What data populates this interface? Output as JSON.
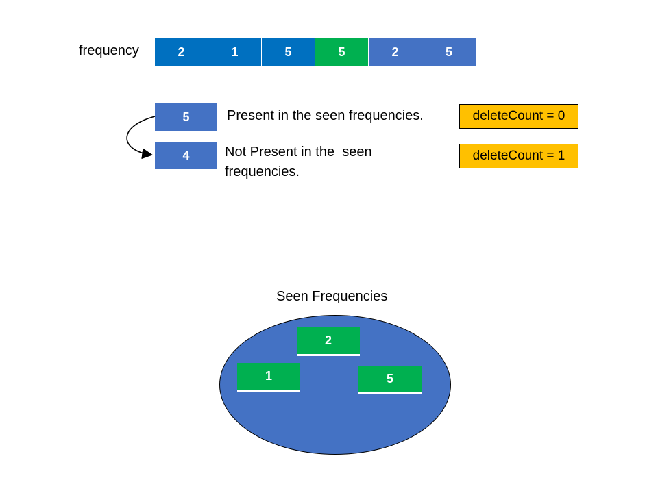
{
  "frequency_row": {
    "label": "frequency",
    "cells": [
      {
        "value": "2",
        "color": "#0070c0"
      },
      {
        "value": "1",
        "color": "#0070c0"
      },
      {
        "value": "5",
        "color": "#0070c0"
      },
      {
        "value": "5",
        "color": "#00b050"
      },
      {
        "value": "2",
        "color": "#4472c4"
      },
      {
        "value": "5",
        "color": "#4472c4"
      }
    ]
  },
  "steps": {
    "first": {
      "value": "5",
      "description": "Present in the seen frequencies.",
      "delete_count": "deleteCount = 0"
    },
    "second": {
      "value": "4",
      "description_line1": "Not Present in the  seen",
      "description_line2": "frequencies.",
      "delete_count": "deleteCount = 1"
    }
  },
  "seen_set": {
    "title": "Seen Frequencies",
    "items": [
      "2",
      "1",
      "5"
    ],
    "ellipse_color": "#4472c4",
    "item_color": "#00b050"
  }
}
